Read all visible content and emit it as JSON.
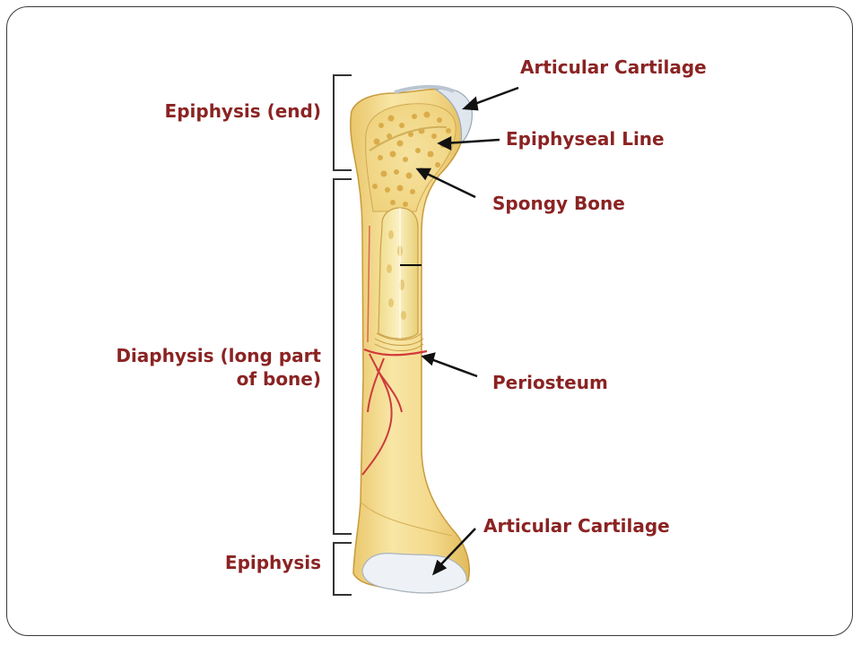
{
  "labels": {
    "articular_cartilage_top": "Articular Cartilage",
    "epiphyseal_line": "Epiphyseal Line",
    "spongy_bone": "Spongy Bone",
    "periosteum": "Periosteum",
    "articular_cartilage_bottom": "Articular Cartilage",
    "epiphysis_end": "Epiphysis (end)",
    "diaphysis_line1": "Diaphysis (long part",
    "diaphysis_line2": "of bone)",
    "epiphysis_bottom": "Epiphysis"
  },
  "colors": {
    "label_text": "#8b2323",
    "bone_fill": "#f7e3a1",
    "bone_shade": "#e8c96f",
    "periosteum_red": "#d23a3a",
    "cartilage": "#eef2f6",
    "arrow": "#111111",
    "bracket": "#333333"
  }
}
